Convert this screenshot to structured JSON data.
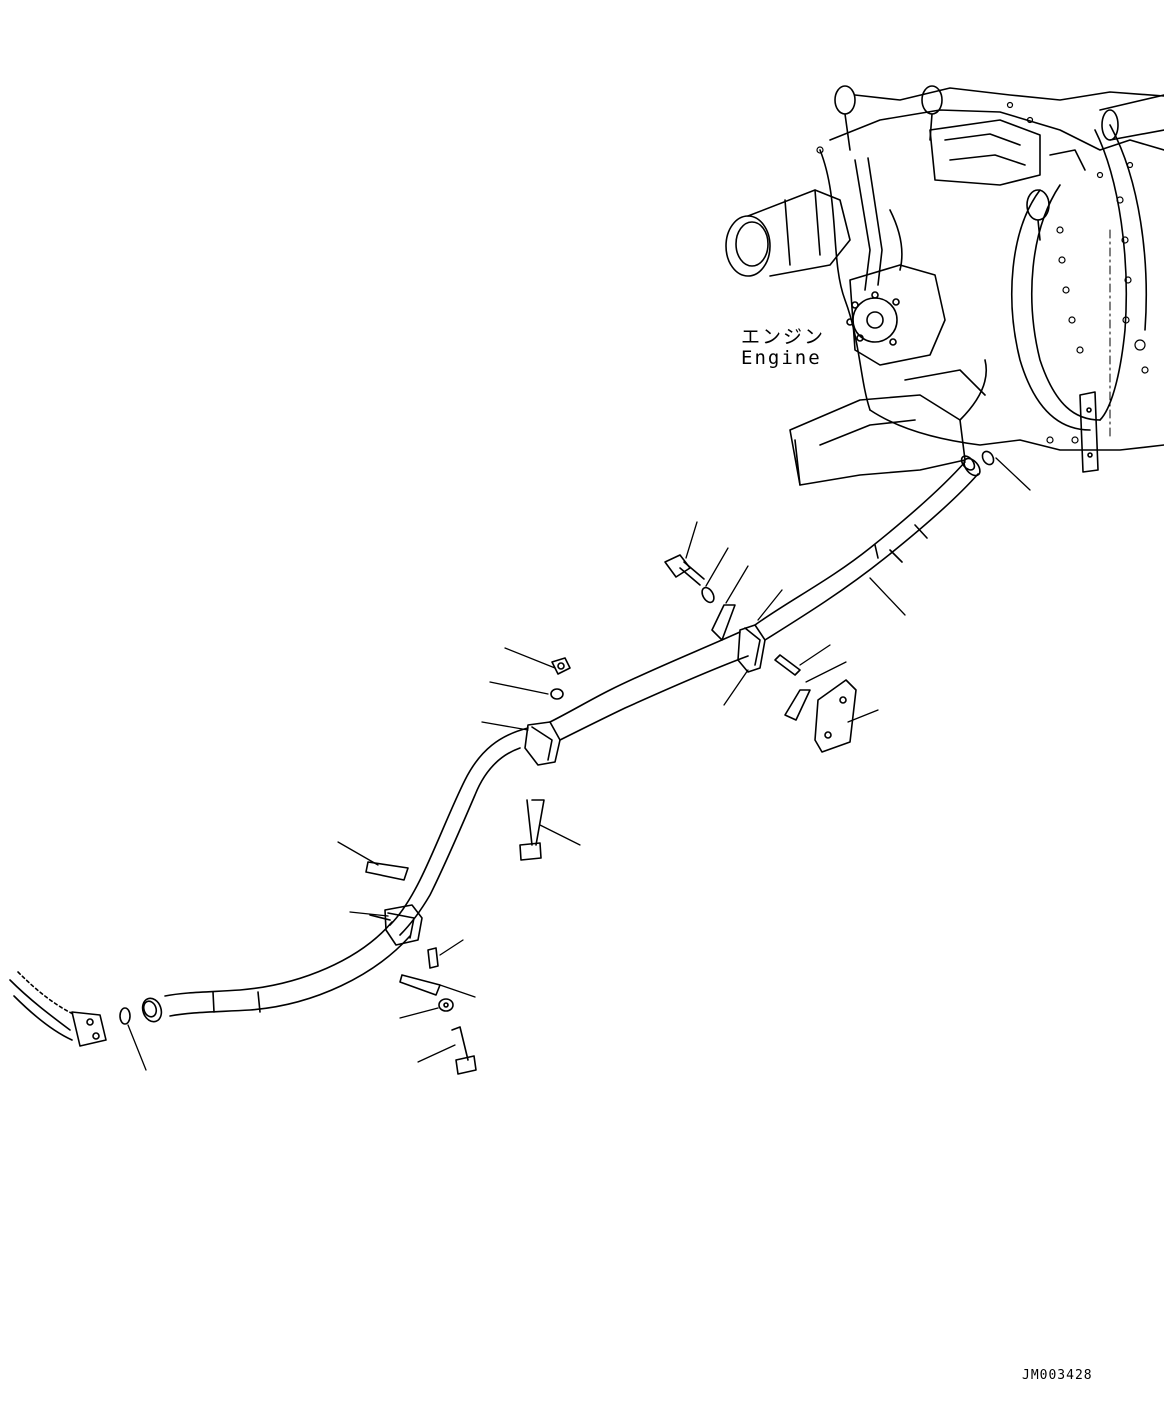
{
  "labels": {
    "engine_jp": "エンジン",
    "engine_en": "Engine"
  },
  "drawing_id": "JM003428",
  "colors": {
    "line": "#000000",
    "background": "#ffffff"
  }
}
